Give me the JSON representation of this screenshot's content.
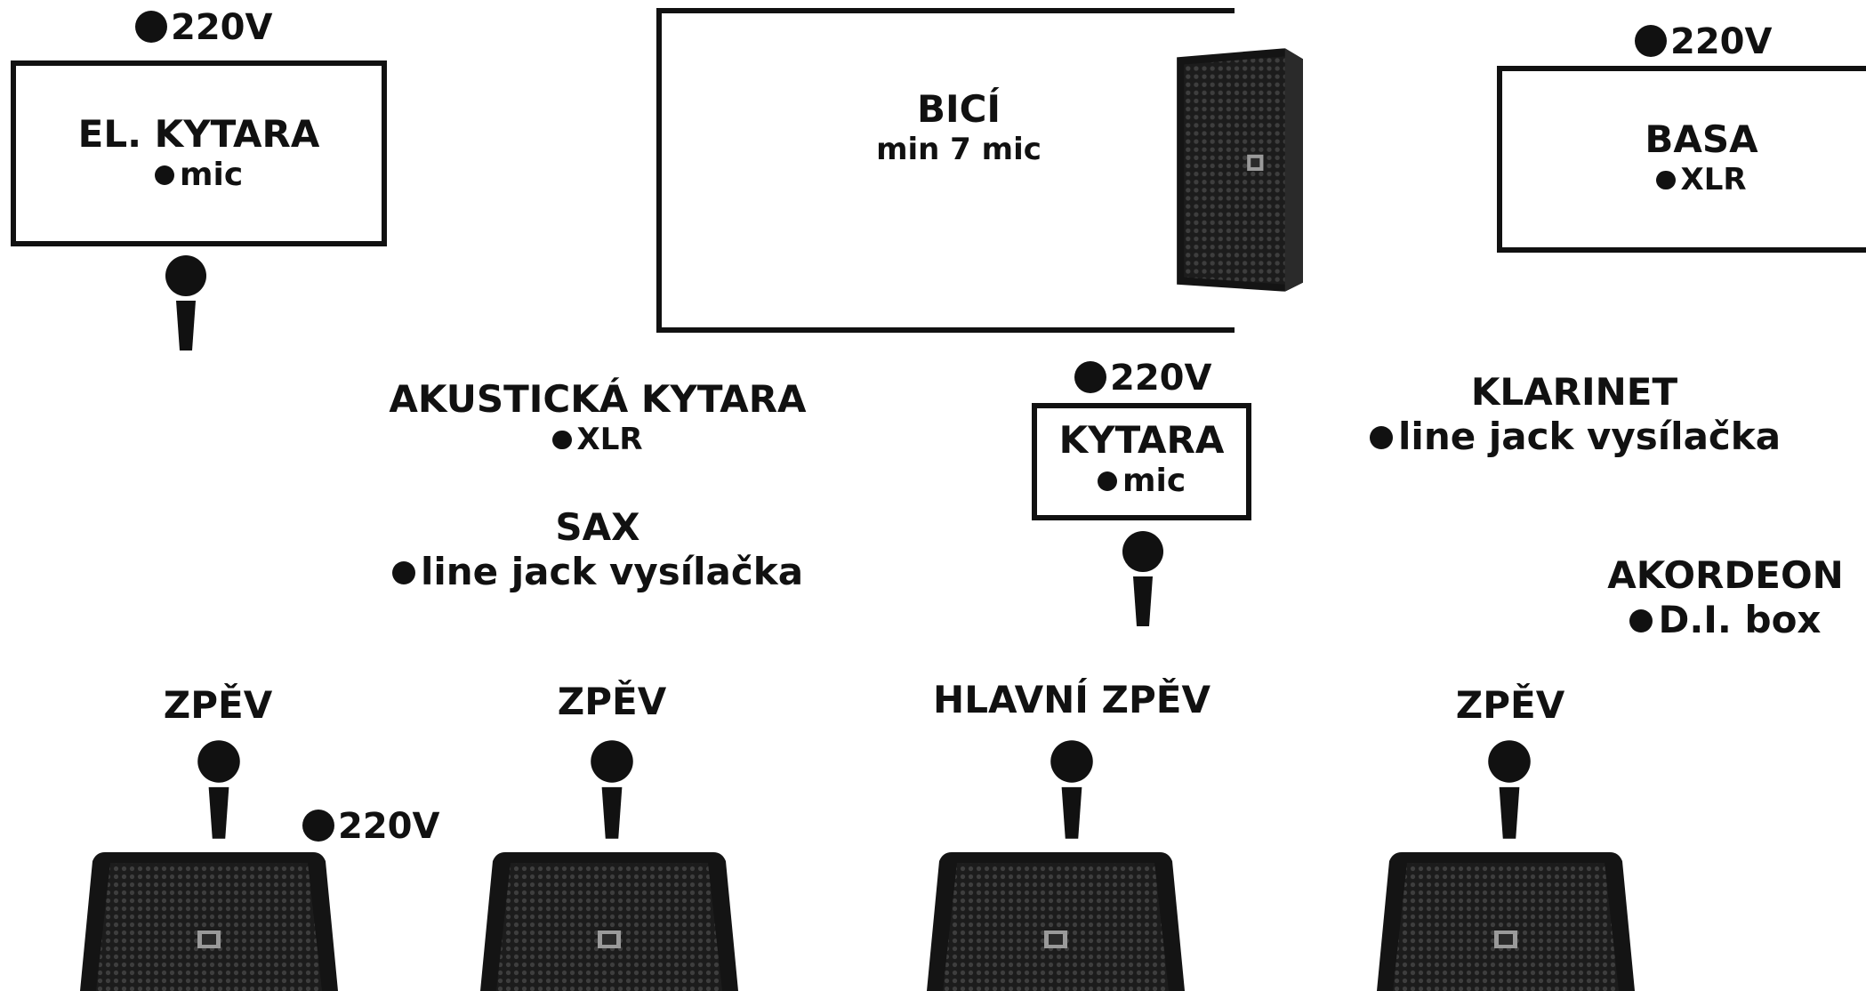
{
  "power_label": "220V",
  "instruments": {
    "el_guitar": {
      "name": "EL. KYTARA",
      "input": "mic"
    },
    "drums": {
      "name": "BICÍ",
      "detail": "min 7 mic"
    },
    "bass": {
      "name": "BASA",
      "input": "XLR"
    },
    "acoustic_guitar": {
      "name": "AKUSTICKÁ KYTARA",
      "input": "XLR"
    },
    "sax": {
      "name": "SAX",
      "input": "line jack vysílačka"
    },
    "guitar": {
      "name": "KYTARA",
      "input": "mic"
    },
    "clarinet": {
      "name": "KLARINET",
      "input": "line jack vysílačka"
    },
    "accordion": {
      "name": "AKORDEON",
      "input": "D.I. box"
    }
  },
  "vocals": [
    {
      "label": "ZPĚV"
    },
    {
      "label": "ZPĚV"
    },
    {
      "label": "HLAVNÍ ZPĚV"
    },
    {
      "label": "ZPĚV"
    }
  ],
  "icons": [
    "microphone-icon",
    "floor-monitor-icon",
    "speaker-cabinet-icon",
    "power-dot-icon"
  ]
}
